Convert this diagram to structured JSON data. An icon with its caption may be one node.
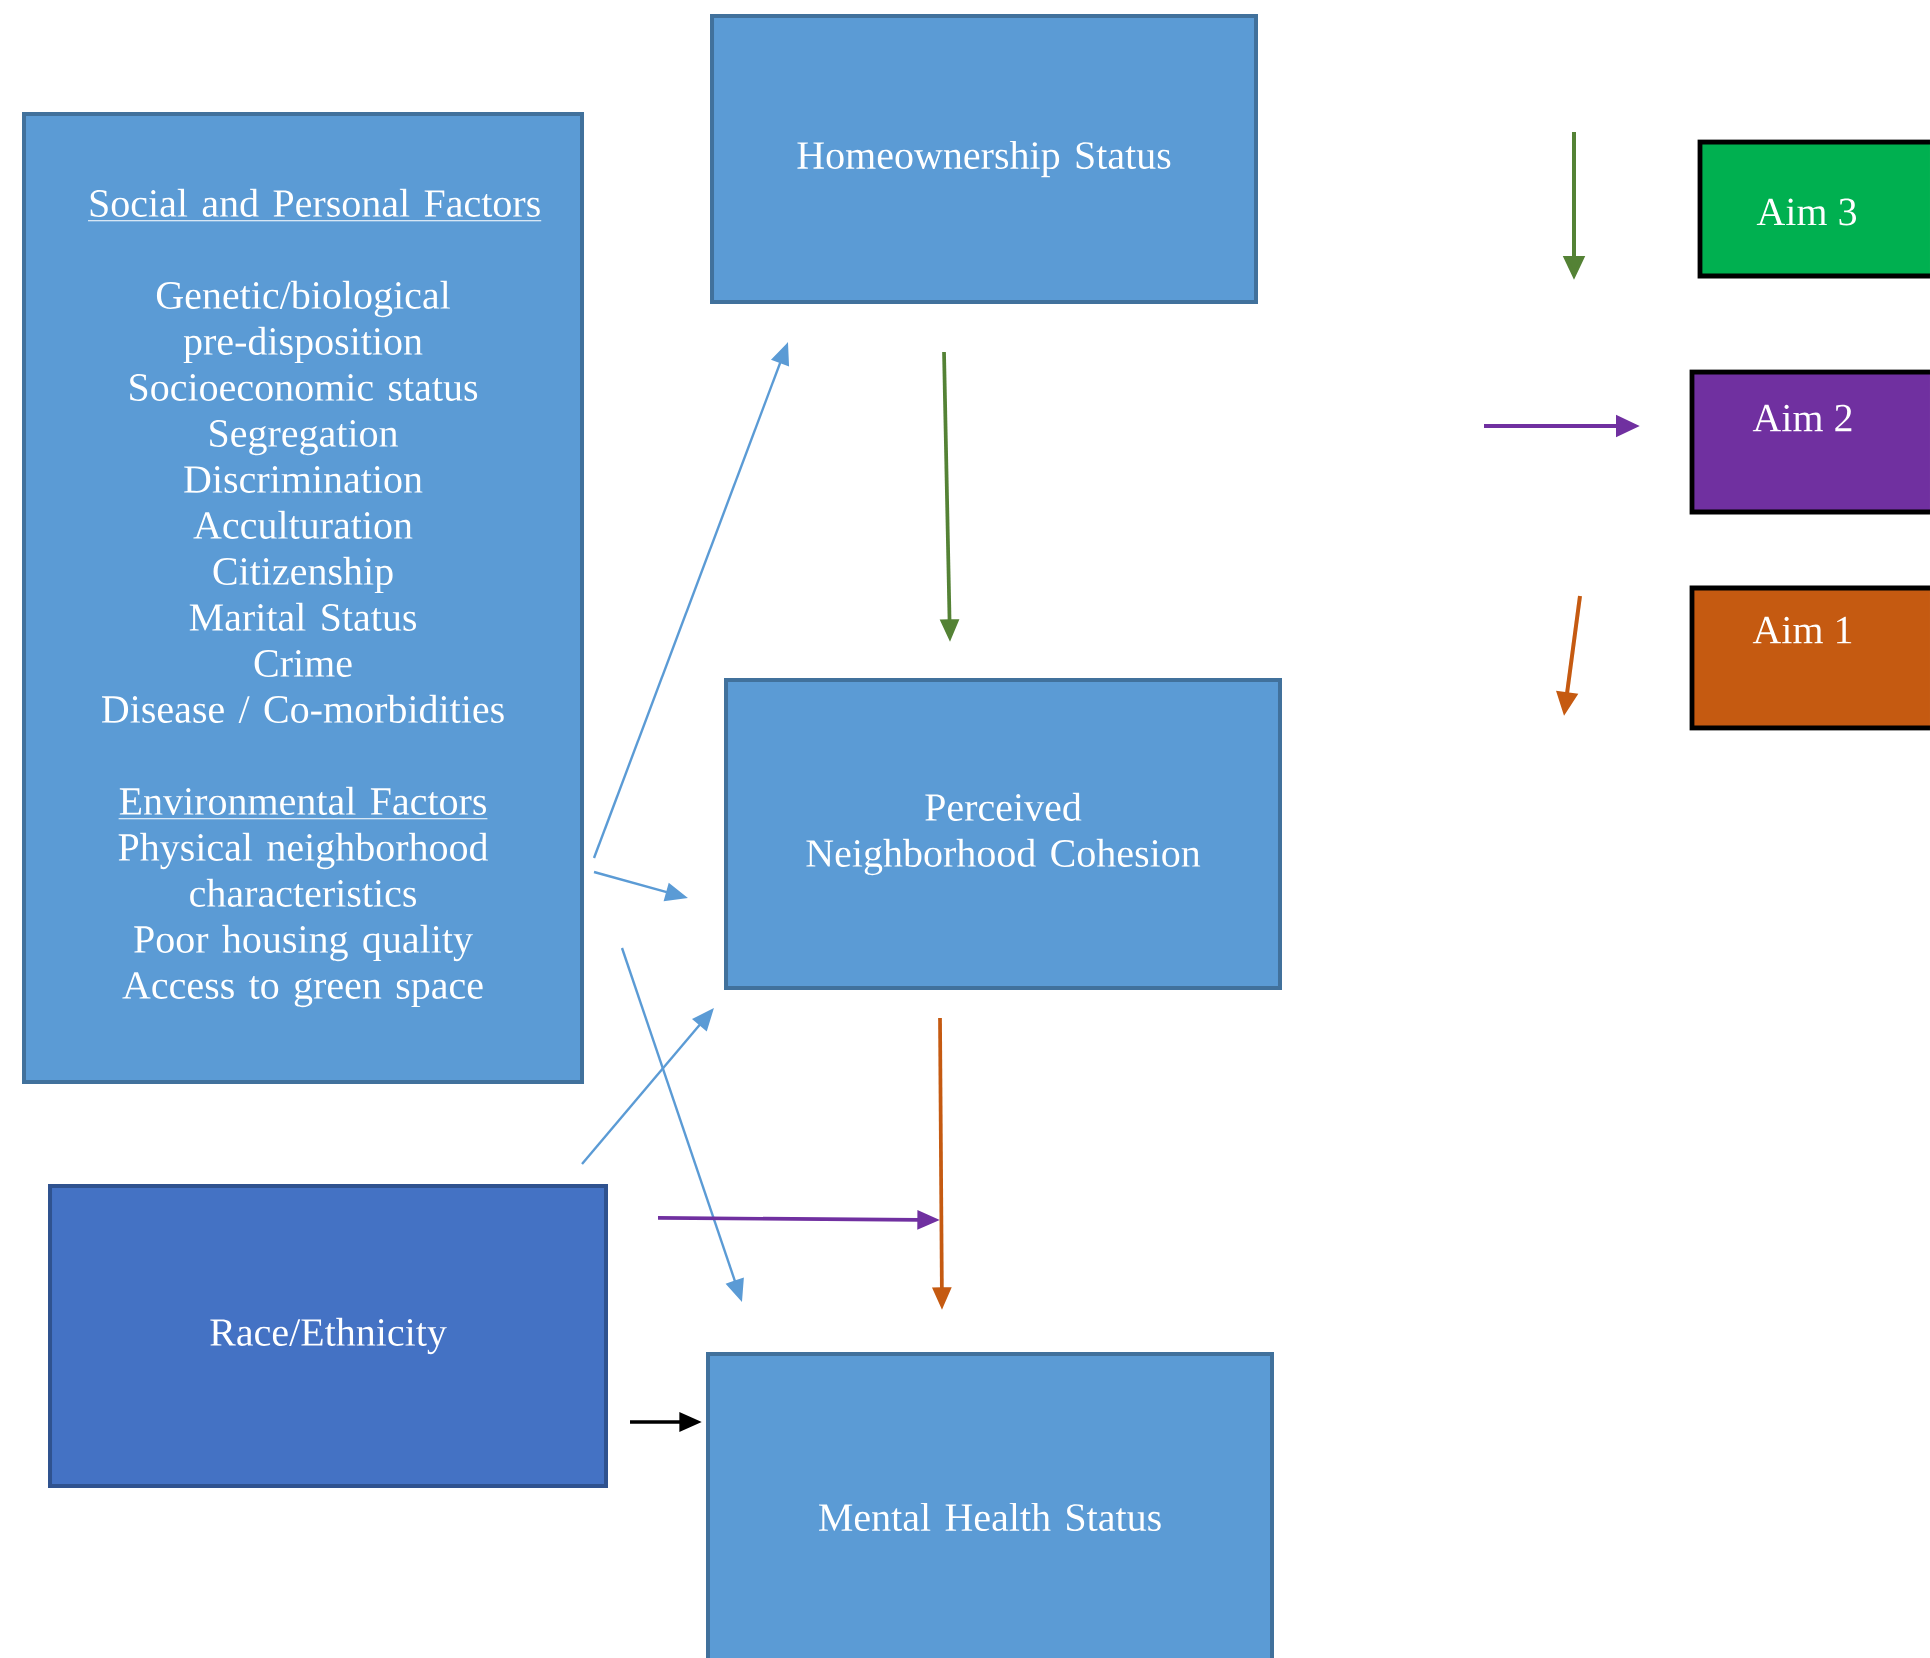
{
  "diagram": {
    "nodes": [
      {
        "text": [
          "Social and Personal Factors",
          "Genetic/biological pre-disposition",
          "Socioeconomic status",
          "Segregation",
          "Discrimination",
          "Acculturation",
          "Citizenship",
          "Marital Status",
          "Crime",
          "Disease / Co-morbidities",
          "Environmental Factors",
          "Physical neighborhood characteristics",
          "Poor housing quality",
          "Access to green space"
        ]
      },
      {
        "text": [
          "Homeownership Status"
        ]
      },
      {
        "text": [
          "Perceived Neighborhood Cohesion"
        ]
      },
      {
        "text": [
          "Race/Ethnicity"
        ]
      },
      {
        "text": [
          "Mental Health Status"
        ]
      }
    ],
    "edges": [
      {
        "from": 0,
        "to": 1,
        "arrow": "to"
      },
      {
        "from": 0,
        "to": 2,
        "arrow": "to"
      },
      {
        "from": 0,
        "to": 4,
        "arrow": "to"
      },
      {
        "from": 3,
        "to": 2,
        "arrow": "to"
      },
      {
        "from": 3,
        "to": 4,
        "arrow": "to",
        "color": "#000000"
      },
      {
        "from": 1,
        "to": 2,
        "arrow": "to",
        "color": "#548235"
      },
      {
        "from": 2,
        "to": 4,
        "arrow": "to",
        "color": "#c55a11"
      },
      {
        "from": 3,
        "to": null,
        "arrow": "to",
        "color": "#7030a0"
      }
    ],
    "legend": [
      {
        "text": "Aim 3",
        "color": "#00b050"
      },
      {
        "text": "Aim 2",
        "color": "#7030a0"
      },
      {
        "text": "Aim 1",
        "color": "#c55a11"
      }
    ]
  }
}
